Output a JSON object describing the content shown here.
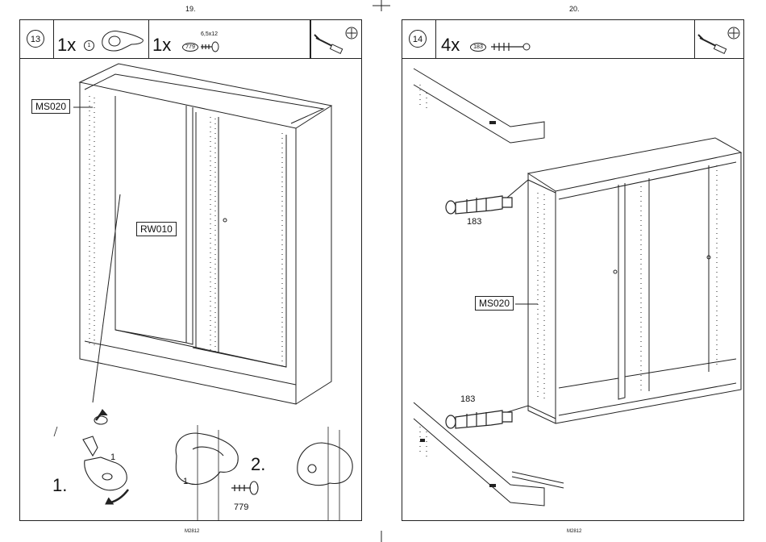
{
  "left_page": {
    "page_number": "19.",
    "footer_code": "M2812",
    "step_number": "13",
    "parts": [
      {
        "quantity": "1x",
        "part_id": "1"
      },
      {
        "quantity": "1x",
        "part_id": "779",
        "size": "6,5x12"
      }
    ],
    "tools": [
      "screwdriver-icon",
      "phillips-head-icon"
    ],
    "labels": {
      "side_panel": "MS020",
      "back_panel": "RW010"
    },
    "detail": {
      "step1": "1.",
      "step2": "2.",
      "part1_label": "1",
      "part1_label_b": "1",
      "screw_label": "779"
    }
  },
  "right_page": {
    "page_number": "20.",
    "footer_code": "M2812",
    "step_number": "14",
    "parts": [
      {
        "quantity": "4x",
        "part_id": "183"
      }
    ],
    "tools": [
      "screwdriver-icon",
      "phillips-head-icon"
    ],
    "labels": {
      "side_panel": "MS020",
      "connector_top": "183",
      "connector_bottom": "183"
    }
  }
}
